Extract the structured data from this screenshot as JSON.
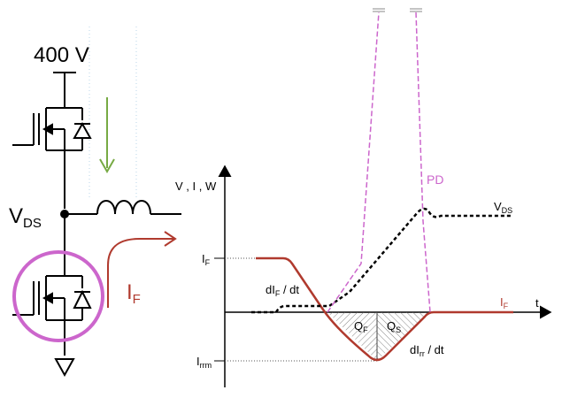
{
  "circuit": {
    "supply_label": "400 V",
    "node_label": "V",
    "node_label_sub": "DS",
    "current_label": "I",
    "current_label_sub": "F"
  },
  "graph": {
    "y_axis_label": "V , I , W",
    "x_axis_label": "t",
    "if_label": "I",
    "if_label_sub": "F",
    "irrm_label": "I",
    "irrm_label_sub": "rrm",
    "dif_label_a": "dI",
    "dif_label_sub": "F",
    "dif_label_b": " / dt",
    "dirr_label_a": "dI",
    "dirr_label_sub": "rr",
    "dirr_label_b": " / dt",
    "qf_label": "Q",
    "qf_label_sub": "F",
    "qs_label": "Q",
    "qs_label_sub": "S",
    "pd_label": "PD",
    "vds_label": "V",
    "vds_label_sub": "DS",
    "if_curve_label": "I",
    "if_curve_label_sub": "F"
  },
  "colors": {
    "current": "#b03a2e",
    "power": "#cc66cc",
    "voltage": "#000000",
    "highlight_circle": "#cc66cc",
    "inductor_arrow": "#77aa44"
  }
}
